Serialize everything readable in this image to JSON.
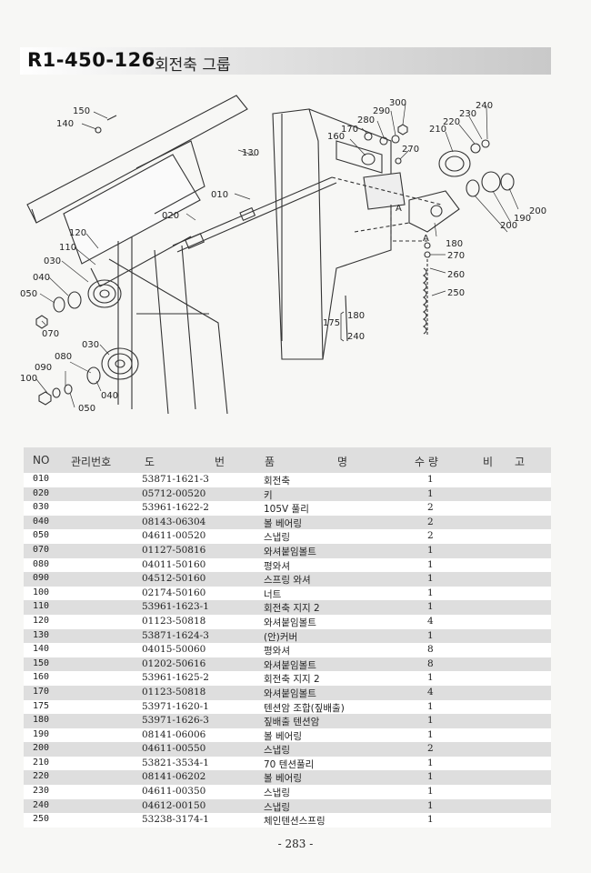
{
  "header": {
    "code": "R1-450-126",
    "group_name": "회전축 그룹"
  },
  "diagram": {
    "callouts": [
      "150",
      "140",
      "130",
      "010",
      "020",
      "120",
      "110",
      "030",
      "040",
      "050",
      "070",
      "080",
      "090",
      "100",
      "030",
      "040",
      "050",
      "160",
      "170",
      "280",
      "290",
      "300",
      "270",
      "210",
      "220",
      "230",
      "240",
      "200",
      "190",
      "200",
      "180",
      "270",
      "260",
      "250",
      "175",
      "180",
      "240",
      "A",
      "A"
    ]
  },
  "table": {
    "headers": {
      "no": "NO",
      "mgmt": "관리번호",
      "part_a": "도",
      "part_b": "번",
      "name_a": "품",
      "name_b": "명",
      "qty": "수 량",
      "note_a": "비",
      "note_b": "고"
    },
    "rows": [
      {
        "no": "010",
        "part": "53871-1621-3",
        "name": "회전축",
        "qty": "1"
      },
      {
        "no": "020",
        "part": "05712-00520",
        "name": "키",
        "qty": "1"
      },
      {
        "no": "030",
        "part": "53961-1622-2",
        "name": "105V 풀리",
        "qty": "2"
      },
      {
        "no": "040",
        "part": "08143-06304",
        "name": "볼 베어링",
        "qty": "2"
      },
      {
        "no": "050",
        "part": "04611-00520",
        "name": "스냅링",
        "qty": "2"
      },
      {
        "no": "070",
        "part": "01127-50816",
        "name": "와셔붙임볼트",
        "qty": "1"
      },
      {
        "no": "080",
        "part": "04011-50160",
        "name": "평와셔",
        "qty": "1"
      },
      {
        "no": "090",
        "part": "04512-50160",
        "name": "스프링 와셔",
        "qty": "1"
      },
      {
        "no": "100",
        "part": "02174-50160",
        "name": "너트",
        "qty": "1"
      },
      {
        "no": "110",
        "part": "53961-1623-1",
        "name": "회전축 지지 2",
        "qty": "1"
      },
      {
        "no": "120",
        "part": "01123-50818",
        "name": "와셔붙임볼트",
        "qty": "4"
      },
      {
        "no": "130",
        "part": "53871-1624-3",
        "name": "(안)커버",
        "qty": "1"
      },
      {
        "no": "140",
        "part": "04015-50060",
        "name": "평와셔",
        "qty": "8"
      },
      {
        "no": "150",
        "part": "01202-50616",
        "name": "와셔붙임볼트",
        "qty": "8"
      },
      {
        "no": "160",
        "part": "53961-1625-2",
        "name": "회전축 지지 2",
        "qty": "1"
      },
      {
        "no": "170",
        "part": "01123-50818",
        "name": "와셔붙임볼트",
        "qty": "4"
      },
      {
        "no": "175",
        "part": "53971-1620-1",
        "name": "텐션암 조합(짚배출)",
        "qty": "1"
      },
      {
        "no": "180",
        "part": "53971-1626-3",
        "name": "짚배출 텐션암",
        "qty": "1"
      },
      {
        "no": "190",
        "part": "08141-06006",
        "name": "볼 베어링",
        "qty": "1"
      },
      {
        "no": "200",
        "part": "04611-00550",
        "name": "스냅링",
        "qty": "2"
      },
      {
        "no": "210",
        "part": "53821-3534-1",
        "name": "70 텐션풀리",
        "qty": "1"
      },
      {
        "no": "220",
        "part": "08141-06202",
        "name": "볼 베어링",
        "qty": "1"
      },
      {
        "no": "230",
        "part": "04611-00350",
        "name": "스냅링",
        "qty": "1"
      },
      {
        "no": "240",
        "part": "04612-00150",
        "name": "스냅링",
        "qty": "1"
      },
      {
        "no": "250",
        "part": "53238-3174-1",
        "name": "체인텐션스프링",
        "qty": "1"
      }
    ]
  },
  "footer": {
    "page_number": "- 283 -"
  }
}
